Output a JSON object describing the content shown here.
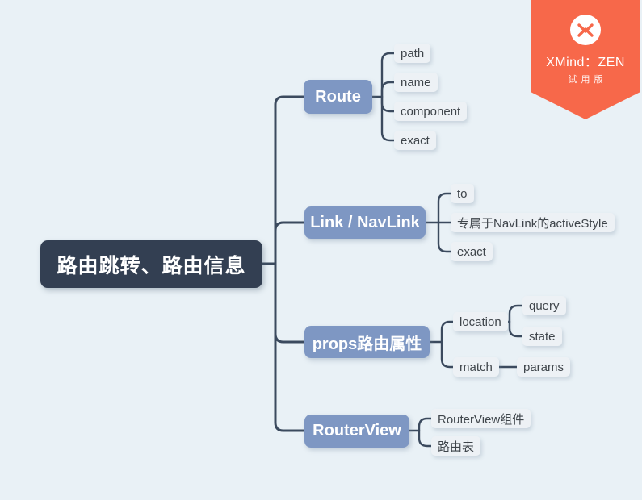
{
  "mindmap": {
    "root": {
      "label": "路由跳转、路由信息"
    },
    "branches": [
      {
        "label": "Route",
        "children": [
          {
            "label": "path"
          },
          {
            "label": "name"
          },
          {
            "label": "component"
          },
          {
            "label": "exact"
          }
        ]
      },
      {
        "label": "Link / NavLink",
        "children": [
          {
            "label": "to"
          },
          {
            "label": "专属于NavLink的activeStyle"
          },
          {
            "label": "exact"
          }
        ]
      },
      {
        "label": "props路由属性",
        "children": [
          {
            "label": "location",
            "children": [
              {
                "label": "query"
              },
              {
                "label": "state"
              }
            ]
          },
          {
            "label": "match",
            "children": [
              {
                "label": "params"
              }
            ]
          }
        ]
      },
      {
        "label": "RouterView",
        "children": [
          {
            "label": "RouterView组件"
          },
          {
            "label": "路由表"
          }
        ]
      }
    ],
    "colors": {
      "background": "#e9f1f6",
      "root_fill": "#333f52",
      "root_text": "#ffffff",
      "branch_fill": "#7e97c3",
      "branch_text": "#ffffff",
      "subtopic_fill": "#edf1f5",
      "subtopic_text": "#3f454b",
      "connector_line": "#3b4a5e",
      "watermark_fill": "#f7684a"
    }
  },
  "watermark": {
    "brand": "XMind：ZEN",
    "edition": "试用版",
    "logo_icon": "xmind-x-icon"
  }
}
